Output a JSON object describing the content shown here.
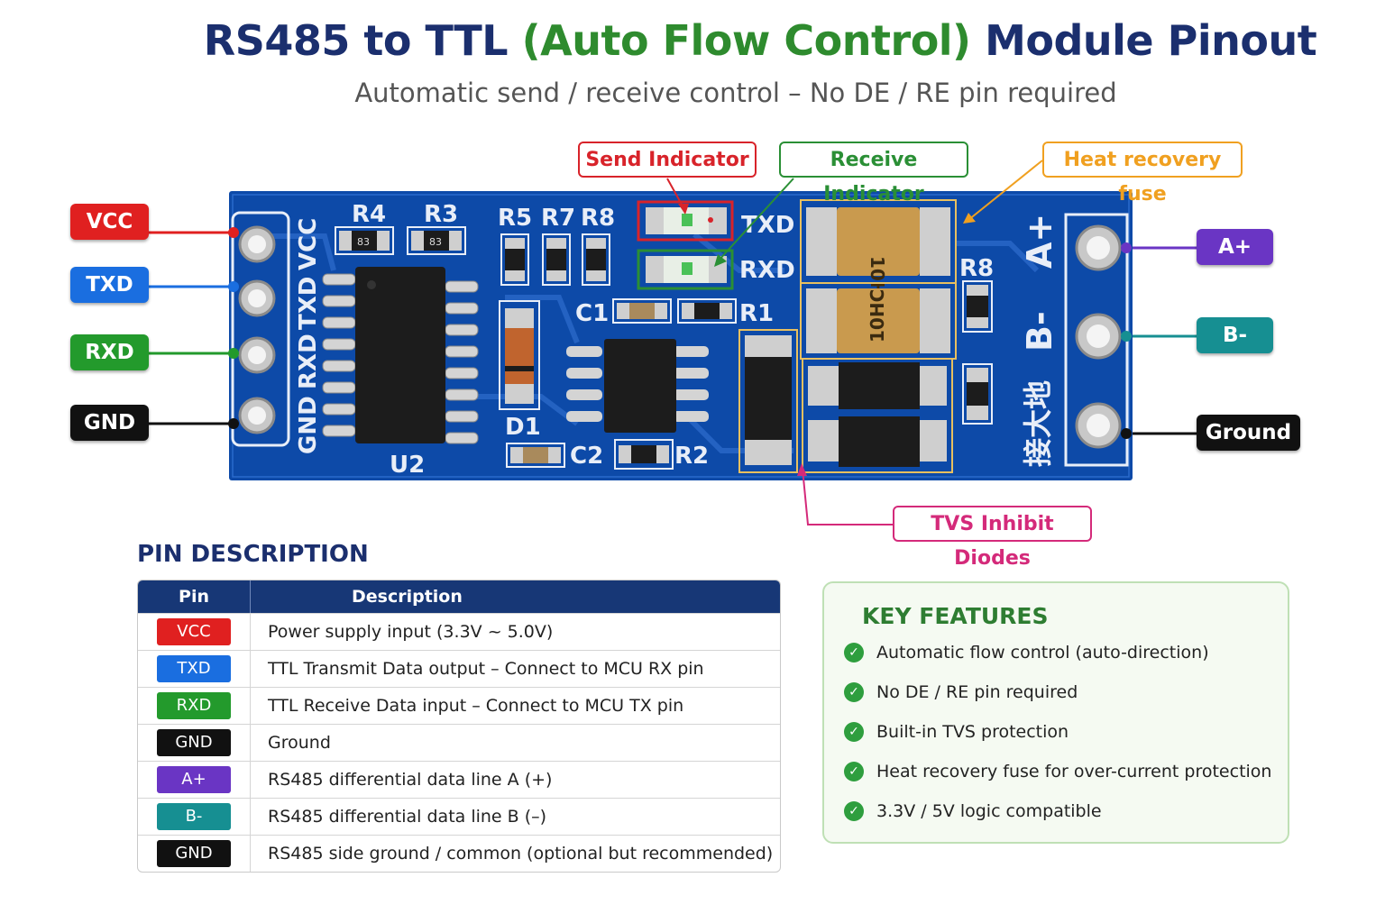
{
  "title": {
    "part1": "RS485 to TTL ",
    "part2": "(Auto Flow Control)",
    "part3": " Module Pinout"
  },
  "subtitle": "Automatic send / receive control – No DE / RE pin required",
  "left_pins": [
    {
      "label": "VCC",
      "color": "#e02020"
    },
    {
      "label": "TXD",
      "color": "#1a6ee0"
    },
    {
      "label": "RXD",
      "color": "#239a2c"
    },
    {
      "label": "GND",
      "color": "#111111"
    }
  ],
  "right_pins": [
    {
      "label": "A+",
      "color": "#6a35c4"
    },
    {
      "label": "B-",
      "color": "#168f92"
    },
    {
      "label": "Ground",
      "color": "#111111"
    }
  ],
  "callouts": {
    "send": {
      "label": "Send Indicator",
      "color": "#d8232a"
    },
    "receive": {
      "label": "Receive Indicator",
      "color": "#2a8f35"
    },
    "fuse": {
      "label": "Heat recovery fuse",
      "color": "#f0a020"
    },
    "tvs": {
      "label": "TVS Inhibit Diodes",
      "color": "#d42a7a"
    }
  },
  "board": {
    "header_labels": [
      "VCC",
      "TXD",
      "RXD",
      "GND"
    ],
    "refs": {
      "r4": "R4",
      "r3": "R3",
      "r5": "R5",
      "r7": "R7",
      "r8": "R8",
      "r8b": "R8",
      "c1": "C1",
      "r1": "R1",
      "d1": "D1",
      "c2": "C2",
      "r2": "R2",
      "u2": "U2",
      "txd": "TXD",
      "rxd": "RXD",
      "a_plus": "A+",
      "b_minus": "B-",
      "gnd_cn": "接大地"
    },
    "markings": {
      "fuse1": "10HC",
      "fuse2": "10HC",
      "r4": "83",
      "r3": "83"
    }
  },
  "pin_description": {
    "title": "PIN DESCRIPTION",
    "headers": {
      "pin": "Pin",
      "description": "Description"
    },
    "rows": [
      {
        "pin": "VCC",
        "color": "#e02020",
        "description": "Power supply input (3.3V ~ 5.0V)"
      },
      {
        "pin": "TXD",
        "color": "#1a6ee0",
        "description": "TTL Transmit Data output – Connect to MCU RX pin"
      },
      {
        "pin": "RXD",
        "color": "#239a2c",
        "description": "TTL Receive Data input – Connect to MCU TX pin"
      },
      {
        "pin": "GND",
        "color": "#111111",
        "description": "Ground"
      },
      {
        "pin": "A+",
        "color": "#6a35c4",
        "description": "RS485 differential data line A (+)"
      },
      {
        "pin": "B-",
        "color": "#168f92",
        "description": "RS485 differential data line B (–)"
      },
      {
        "pin": "GND",
        "color": "#111111",
        "description": "RS485 side ground / common (optional but recommended)"
      }
    ]
  },
  "key_features": {
    "title": "KEY FEATURES",
    "items": [
      "Automatic flow control (auto-direction)",
      "No DE / RE pin required",
      "Built-in TVS protection",
      "Heat recovery fuse for over-current protection",
      "3.3V / 5V logic compatible"
    ]
  }
}
